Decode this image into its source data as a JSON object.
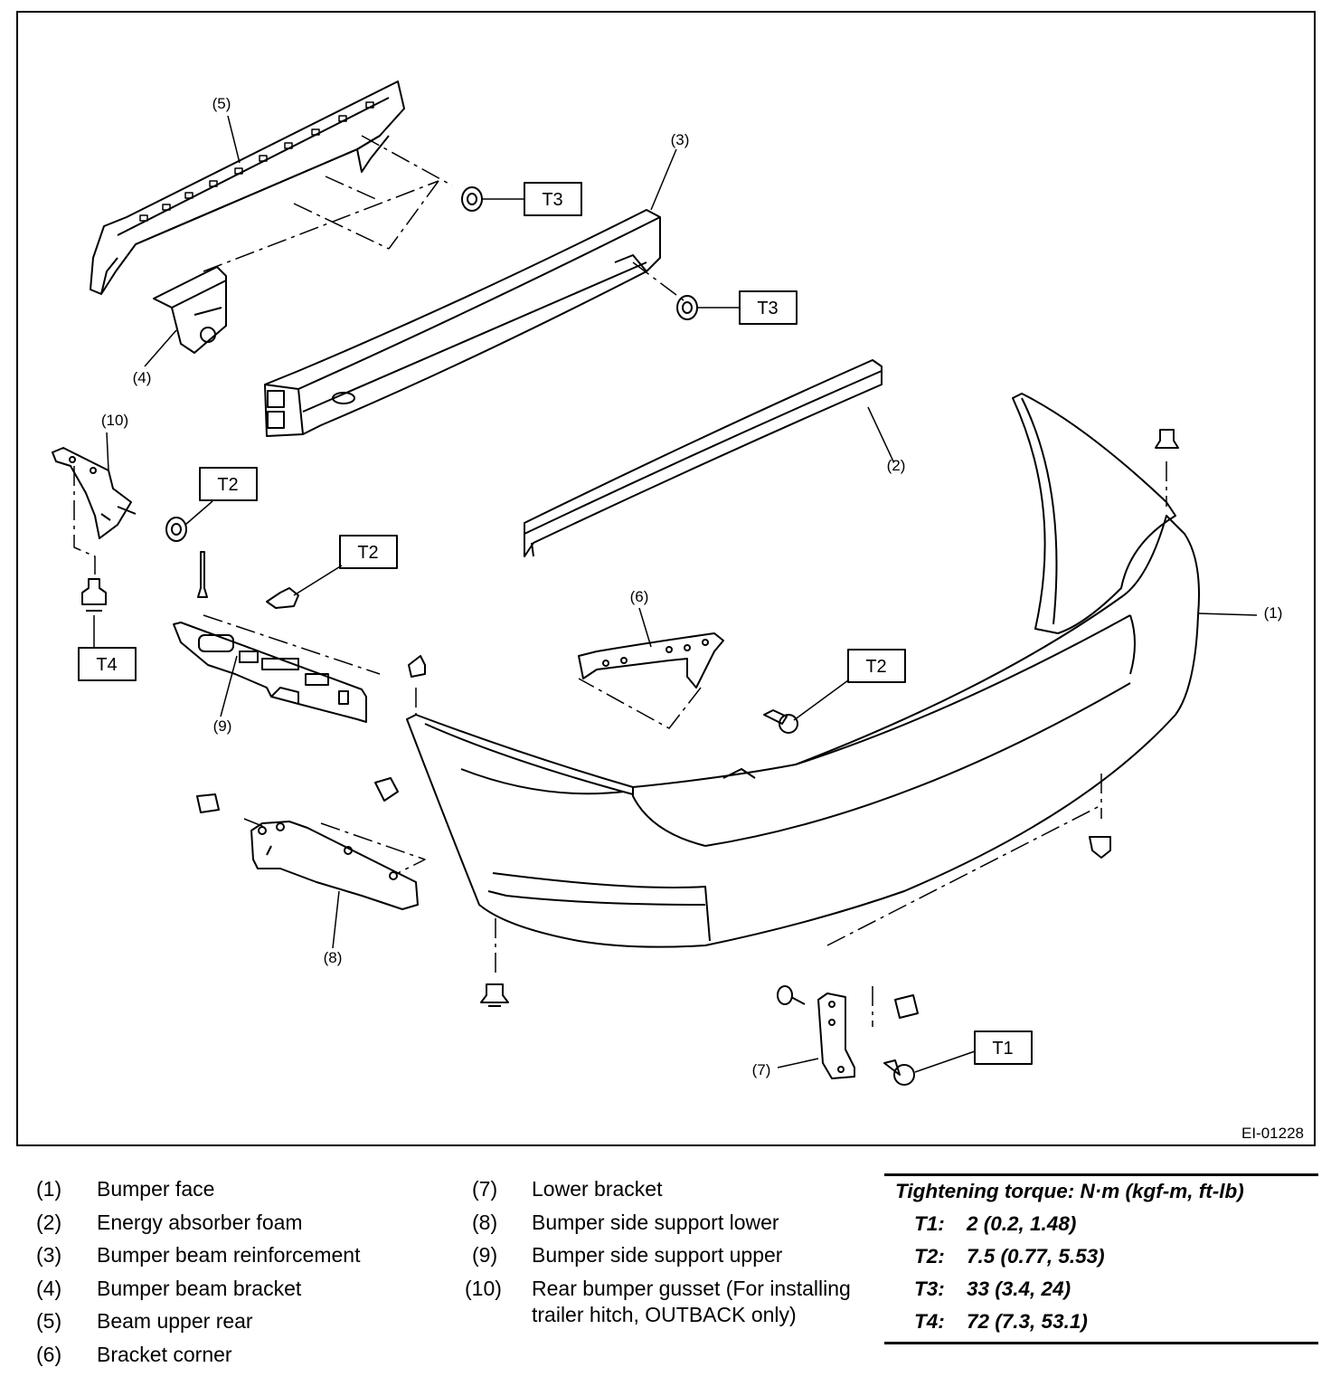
{
  "figure": {
    "code": "EI-01228",
    "callouts": {
      "c1": "(1)",
      "c2": "(2)",
      "c3": "(3)",
      "c4": "(4)",
      "c5": "(5)",
      "c6": "(6)",
      "c7": "(7)",
      "c8": "(8)",
      "c9": "(9)",
      "c10": "(10)"
    },
    "torque_boxes": {
      "t1": "T1",
      "t2": "T2",
      "t3": "T3",
      "t4": "T4"
    }
  },
  "legend": {
    "left": [
      {
        "num": "(1)",
        "label": "Bumper face"
      },
      {
        "num": "(2)",
        "label": "Energy absorber foam"
      },
      {
        "num": "(3)",
        "label": "Bumper beam reinforcement"
      },
      {
        "num": "(4)",
        "label": "Bumper beam bracket"
      },
      {
        "num": "(5)",
        "label": "Beam upper rear"
      },
      {
        "num": "(6)",
        "label": "Bracket corner"
      }
    ],
    "middle": [
      {
        "num": "(7)",
        "label": "Lower bracket"
      },
      {
        "num": "(8)",
        "label": "Bumper side support lower"
      },
      {
        "num": "(9)",
        "label": "Bumper side support upper"
      },
      {
        "num": "(10)",
        "label": "Rear bumper gusset (For installing",
        "label2": "trailer hitch, OUTBACK only)"
      }
    ]
  },
  "torque": {
    "title": "Tightening torque: N·m (kgf-m, ft-lb)",
    "items": [
      {
        "key": "T1:",
        "value": "2 (0.2, 1.48)"
      },
      {
        "key": "T2:",
        "value": "7.5 (0.77, 5.53)"
      },
      {
        "key": "T3:",
        "value": "33 (3.4, 24)"
      },
      {
        "key": "T4:",
        "value": "72 (7.3, 53.1)"
      }
    ]
  }
}
